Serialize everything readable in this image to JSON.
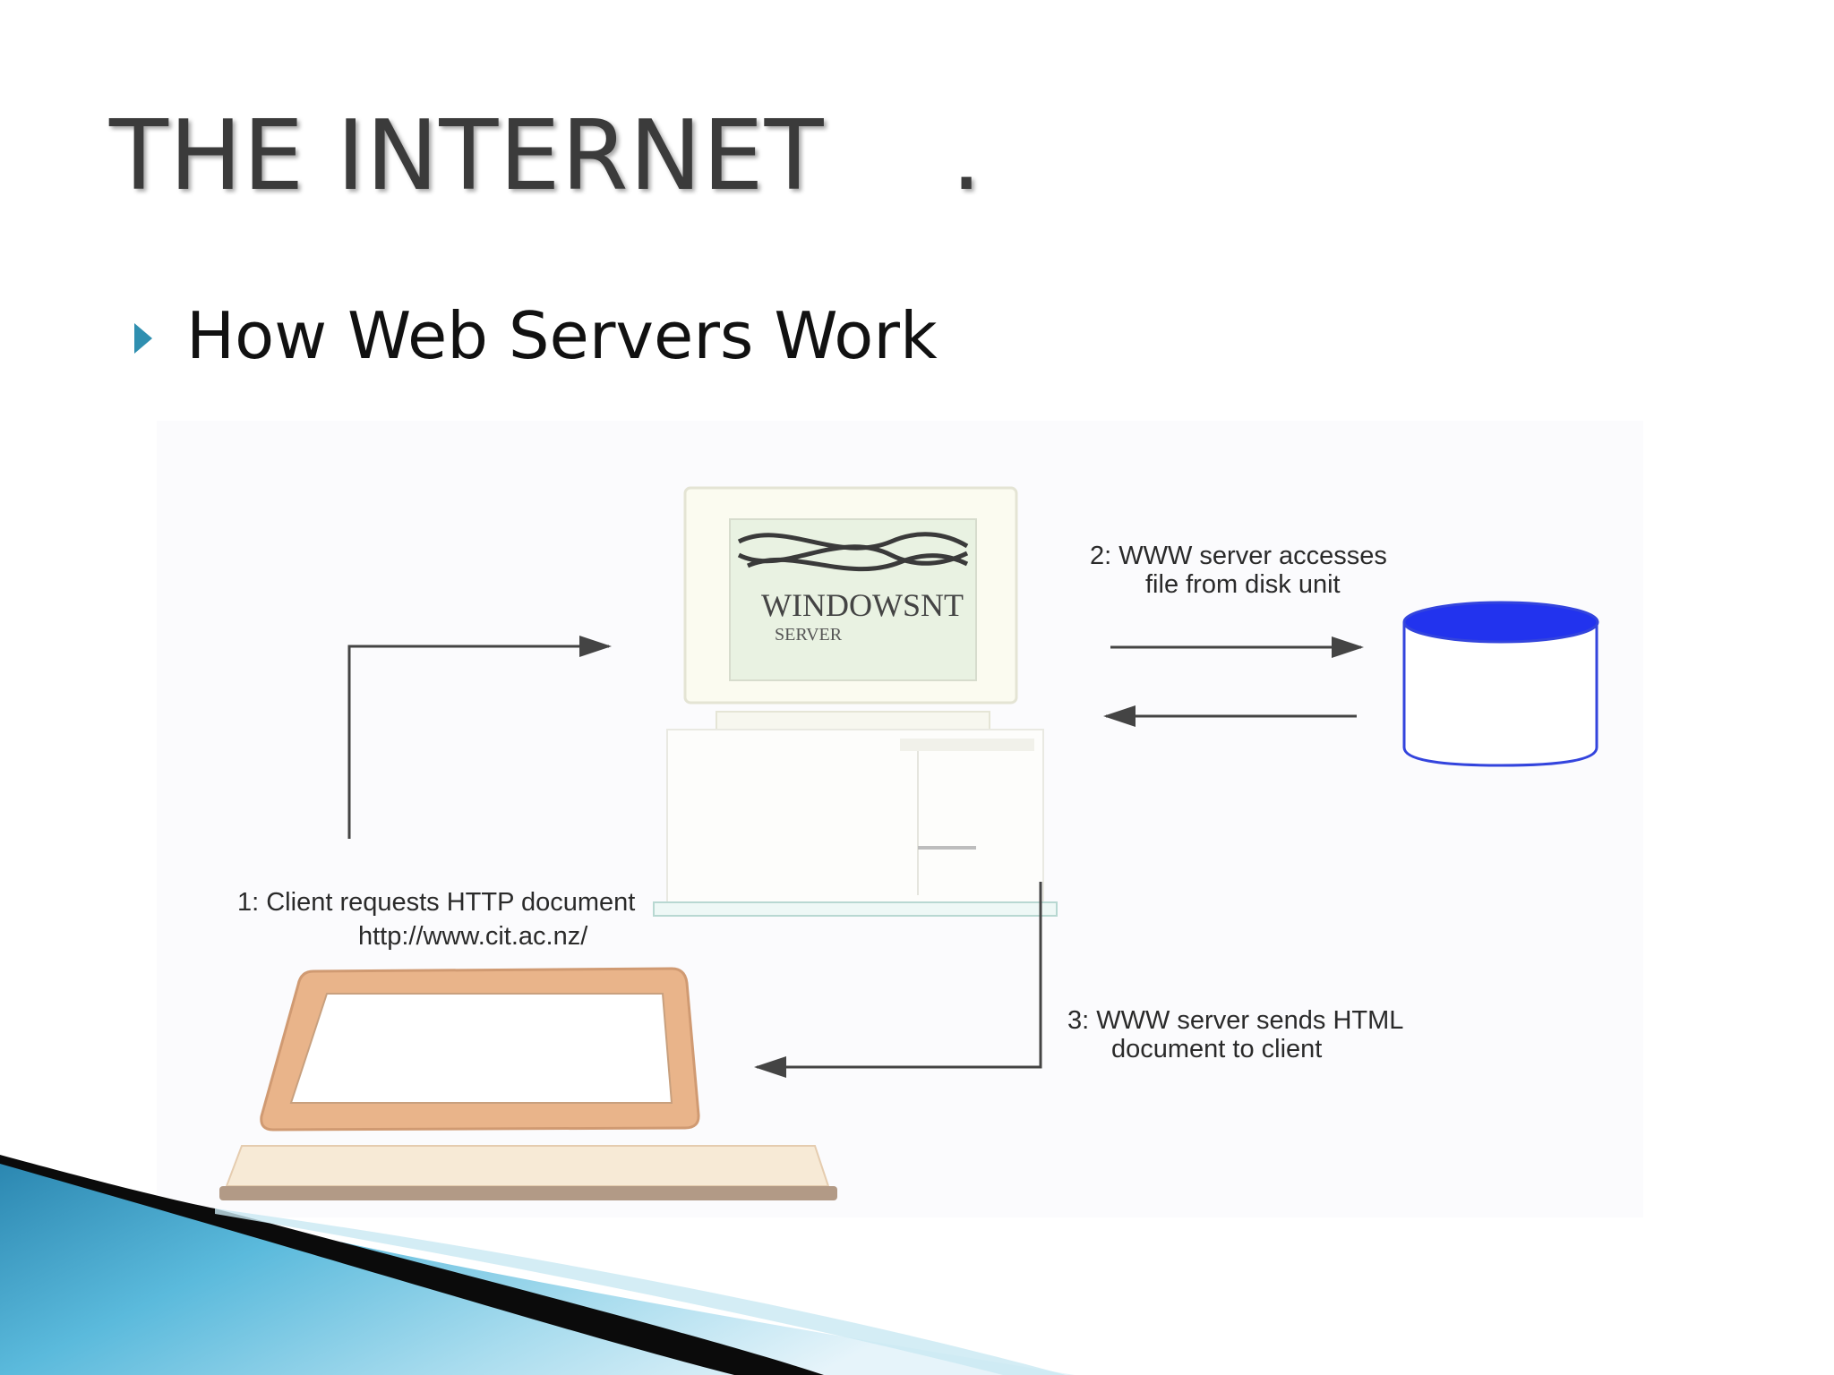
{
  "slide": {
    "title": "THE INTERNET    .",
    "bullet": "How Web Servers Work"
  },
  "diagram": {
    "server_screen_text_1": "WINDOWSNT",
    "server_screen_text_2": "SERVER",
    "step1_line1": "1: Client requests HTTP document",
    "step1_line2": "http://www.cit.ac.nz/",
    "step2_line1": "2: WWW server accesses",
    "step2_line2": "file from disk unit",
    "step3_line1": "3: WWW server sends HTML",
    "step3_line2": "document to client"
  },
  "colors": {
    "accent": "#2f8fb0",
    "disk_top": "#2233ee",
    "disk_outline": "#3344dd",
    "laptop": "#e9b48a"
  }
}
